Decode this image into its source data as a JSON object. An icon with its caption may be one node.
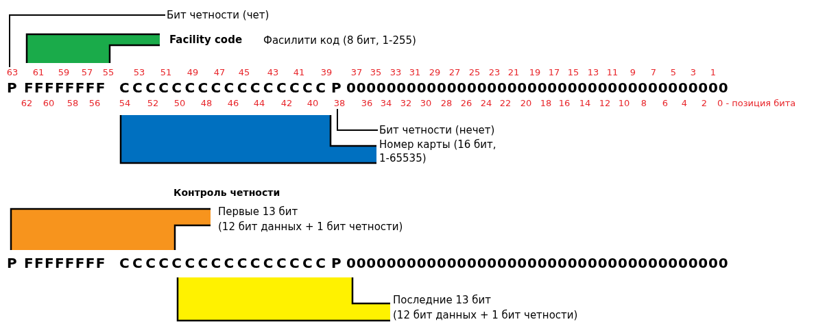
{
  "diagram": {
    "nodes": [
      {
        "text": [
          "Бит четности (чет)"
        ]
      },
      {
        "text": [],
        "shape": "bar",
        "beside": [
          "Facility code",
          "Фасилити код (8 бит, 1-255)"
        ]
      },
      {
        "text": [
          "Бит четности (нечет)"
        ]
      },
      {
        "text": [],
        "shape": "bar",
        "beside": [
          "Номер карты (16 бит, 1-65535)"
        ]
      },
      {
        "text": [],
        "shape": "bar",
        "beside": [
          "Первые 13 бит",
          "(12 бит данных + 1 бит четности)"
        ]
      },
      {
        "text": [],
        "shape": "bar",
        "beside": [
          "Последние 13 бит",
          "(12 бит данных + 1 бит четности)"
        ]
      },
      {
        "text": [
          "63"
        ]
      },
      {
        "text": [
          "38"
        ]
      }
    ],
    "edges": [
      {
        "from": 0,
        "to": 6,
        "arrow": "none"
      },
      {
        "from": 2,
        "to": 7,
        "arrow": "none"
      }
    ],
    "labels": [
      "61",
      "59",
      "57",
      "55",
      "53",
      "51",
      "49",
      "47",
      "45",
      "43",
      "41",
      "39",
      "37",
      "35",
      "33",
      "31",
      "29",
      "27",
      "25",
      "23",
      "21",
      "19",
      "17",
      "15",
      "13",
      "11",
      "9",
      "7",
      "5",
      "3",
      "1",
      "P",
      "FFFFFFFF",
      "CCCCCCCCCCCCCCCC",
      "P",
      "00000000000000000000000000000000000000",
      "62",
      "60",
      "58",
      "56",
      "54",
      "52",
      "50",
      "48",
      "46",
      "44",
      "42",
      "40",
      "36",
      "34",
      "32",
      "30",
      "28",
      "26",
      "24",
      "22",
      "20",
      "18",
      "16",
      "14",
      "12",
      "10",
      "8",
      "6",
      "4",
      "2",
      "0 - позиция бита",
      "Контроль четности",
      "P",
      "FFFFFFFF",
      "CCCCCCCCCCCCCCCC",
      "P",
      "00000000000000000000000000000000000000"
    ]
  }
}
